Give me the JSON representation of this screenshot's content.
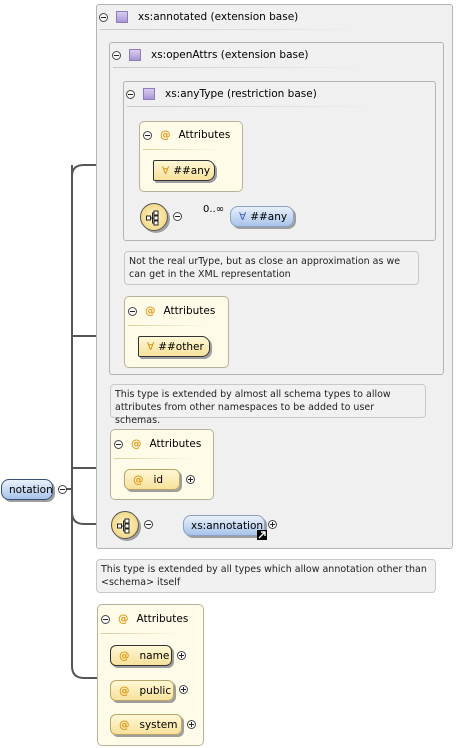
{
  "root": {
    "label": "notation"
  },
  "annotated": {
    "title": "xs:annotated (extension base)"
  },
  "openattrs": {
    "title": "xs:openAttrs (extension base)"
  },
  "anytype": {
    "title": "xs:anyType (restriction base)",
    "attributes_label": "Attributes",
    "any_attr": "##any",
    "cardinality": "0..∞",
    "any_element": "##any"
  },
  "notes": {
    "anytype": "Not the real urType, but as close an approximation as we can get in the XML representation",
    "openattrs": "This type is extended by almost all schema types to allow attributes from other namespaces to be added to user schemas.",
    "annotated": "This type is extended by all types which allow annotation other than <schema> itself"
  },
  "openattrs_attrs": {
    "label": "Attributes",
    "any_attr": "##other"
  },
  "annotated_attrs": {
    "label": "Attributes",
    "id": "id"
  },
  "annotation_element": "xs:annotation",
  "notation_attrs": {
    "label": "Attributes",
    "items": [
      "name",
      "public",
      "system"
    ]
  },
  "colors": {
    "attribute_bg": "#fffbe9",
    "attribute_pill": "#f7e19b",
    "element_pill": "#a8c3ea",
    "type_box": "#f0f0f0",
    "at_icon": "#e29a17"
  }
}
